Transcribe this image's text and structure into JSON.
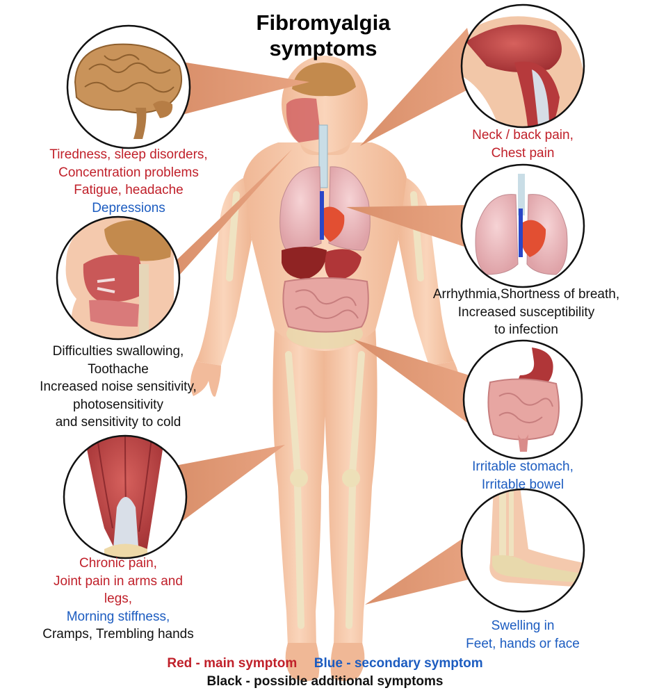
{
  "title": {
    "line1": "Fibromyalgia",
    "line2": "symptoms"
  },
  "colors": {
    "main_symptom": "#c0202a",
    "secondary_symptom": "#1c5cc0",
    "additional_symptom": "#111111"
  },
  "callouts": {
    "brain": {
      "icon": "brain-icon",
      "lines": [
        {
          "text": "Tiredness, sleep disorders,",
          "category": "red"
        },
        {
          "text": "Concentration problems",
          "category": "red"
        },
        {
          "text": "Fatigue, headache",
          "category": "red"
        },
        {
          "text": "Depressions",
          "category": "blue"
        }
      ]
    },
    "head_section": {
      "icon": "head-section-icon",
      "lines": [
        {
          "text": "Difficulties swallowing,",
          "category": "black"
        },
        {
          "text": "Toothache",
          "category": "black"
        },
        {
          "text": "Increased noise sensitivity,",
          "category": "black"
        },
        {
          "text": "photosensitivity",
          "category": "black"
        },
        {
          "text": "and sensitivity to cold",
          "category": "black"
        }
      ]
    },
    "muscles": {
      "icon": "muscle-icon",
      "lines": [
        {
          "text": "Chronic pain,",
          "category": "red"
        },
        {
          "text": "Joint pain in arms and",
          "category": "red"
        },
        {
          "text": "legs,",
          "category": "red"
        },
        {
          "text": "Morning stiffness,",
          "category": "blue"
        },
        {
          "text": "Cramps, Trembling hands",
          "category": "black"
        }
      ]
    },
    "shoulder": {
      "icon": "shoulder-muscle-icon",
      "lines": [
        {
          "text": "Neck / back pain,",
          "category": "red"
        },
        {
          "text": "Chest pain",
          "category": "red"
        }
      ]
    },
    "lungs": {
      "icon": "lungs-heart-icon",
      "lines": [
        {
          "text": "Arrhythmia,Shortness of breath,",
          "category": "black"
        },
        {
          "text": "Increased susceptibility",
          "category": "black"
        },
        {
          "text": "to infection",
          "category": "black"
        }
      ]
    },
    "digestive": {
      "icon": "digestive-system-icon",
      "lines": [
        {
          "text": "Irritable stomach,",
          "category": "blue"
        },
        {
          "text": "Irritable bowel",
          "category": "blue"
        }
      ]
    },
    "foot": {
      "icon": "foot-skeleton-icon",
      "lines": [
        {
          "text": "Swelling in",
          "category": "blue"
        },
        {
          "text": "Feet, hands or face",
          "category": "blue"
        }
      ]
    }
  },
  "legend": {
    "red_label": "Red - main symptom",
    "blue_label": "Blue - secondary symptom",
    "black_label": "Black - possible additional symptoms"
  }
}
